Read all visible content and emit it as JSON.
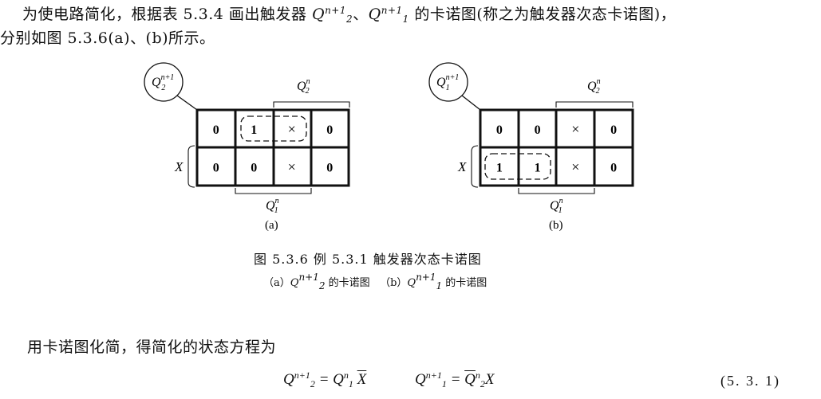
{
  "paragraphs": {
    "intro_part1": "为使电路简化，根据表 5.3.4 画出触发器",
    "intro_q2": "Q",
    "intro_sub2": "2",
    "intro_sup": "n+1",
    "intro_sep": "、",
    "intro_q1": "Q",
    "intro_sub1": "1",
    "intro_part2": "的卡诺图(称之为触发器次态卡诺图)，",
    "intro_line2": "分别如图 5.3.6(a)、(b)所示。",
    "result": "用卡诺图化简，得简化的状态方程为"
  },
  "figure": {
    "title": "图 5.3.6    例 5.3.1 触发器次态卡诺图",
    "subtitle_a_prefix": "（a）",
    "subtitle_a_suffix": "的卡诺图",
    "subtitle_b_prefix": "（b）",
    "subtitle_b_suffix": "的卡诺图",
    "maps": [
      {
        "id": "a",
        "caption": "(a)",
        "circle_q": "Q",
        "circle_sub": "2",
        "circle_sup": "n+1",
        "top_var_q": "Q",
        "top_var_sub": "2",
        "top_var_sup": "n",
        "bottom_var_q": "Q",
        "bottom_var_sub": "1",
        "bottom_var_sup": "n",
        "side_var": "X",
        "rows": [
          [
            "0",
            "1",
            "×",
            "0"
          ],
          [
            "0",
            "0",
            "×",
            "0"
          ]
        ]
      },
      {
        "id": "b",
        "caption": "(b)",
        "circle_q": "Q",
        "circle_sub": "1",
        "circle_sup": "n+1",
        "top_var_q": "Q",
        "top_var_sub": "2",
        "top_var_sup": "n",
        "bottom_var_q": "Q",
        "bottom_var_sub": "1",
        "bottom_var_sup": "n",
        "side_var": "X",
        "rows": [
          [
            "0",
            "0",
            "×",
            "0"
          ],
          [
            "1",
            "1",
            "×",
            "0"
          ]
        ]
      }
    ]
  },
  "equations": {
    "eq1_q": "Q",
    "eq1_sub": "2",
    "eq1_sup": "n+1",
    "eq1_rhs_pre": " = Q",
    "eq1_rhs_sub": "1",
    "eq1_rhs_sup": "n",
    "eq1_rhs_bar": "X",
    "eq2_q": "Q",
    "eq2_sub": "1",
    "eq2_sup": "n+1",
    "eq2_eq": " = ",
    "eq2_bar_q": "Q",
    "eq2_rhs_sub": "2",
    "eq2_rhs_sup": "n",
    "eq2_rhs_x": "X",
    "number": "(5. 3. 1)"
  }
}
